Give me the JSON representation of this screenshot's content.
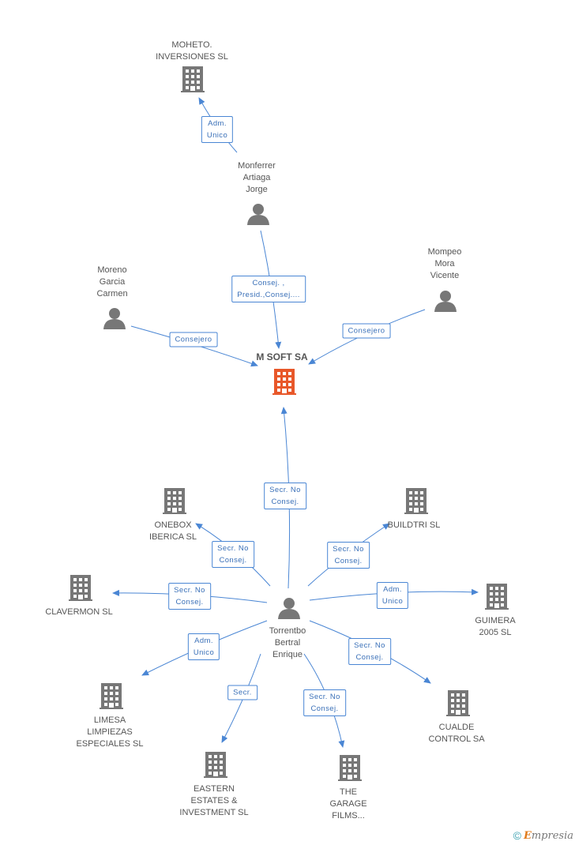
{
  "colors": {
    "line": "#4a86d4",
    "company": "#777777",
    "main_company": "#e8582a",
    "person": "#777777"
  },
  "nodes": [
    {
      "id": "msoft",
      "type": "company",
      "main": true,
      "label": "M SOFT SA"
    },
    {
      "id": "moheto",
      "type": "company",
      "label": "MOHETO.\nINVERSIONES SL"
    },
    {
      "id": "monferrer",
      "type": "person",
      "label": "Monferrer\nArtiaga\nJorge"
    },
    {
      "id": "moreno",
      "type": "person",
      "label": "Moreno\nGarcia\nCarmen"
    },
    {
      "id": "mompeo",
      "type": "person",
      "label": "Mompeo\nMora\nVicente"
    },
    {
      "id": "torrentbo",
      "type": "person",
      "label": "Torrentbo\nBertral\nEnrique"
    },
    {
      "id": "onebox",
      "type": "company",
      "label": "ONEBOX\nIBERICA SL"
    },
    {
      "id": "buildtri",
      "type": "company",
      "label": "BUILDTRI SL"
    },
    {
      "id": "clavermon",
      "type": "company",
      "label": "CLAVERMON SL"
    },
    {
      "id": "guimera",
      "type": "company",
      "label": "GUIMERA\n2005 SL"
    },
    {
      "id": "limesa",
      "type": "company",
      "label": "LIMESA\nLIMPIEZAS\nESPECIALES SL"
    },
    {
      "id": "cualde",
      "type": "company",
      "label": "CUALDE\nCONTROL SA"
    },
    {
      "id": "eastern",
      "type": "company",
      "label": "EASTERN\nESTATES &\nINVESTMENT SL"
    },
    {
      "id": "garage",
      "type": "company",
      "label": "THE\nGARAGE\nFILMS..."
    }
  ],
  "edges": [
    {
      "from": "monferrer",
      "to": "moheto",
      "label": "Adm.\nUnico"
    },
    {
      "from": "monferrer",
      "to": "msoft",
      "label": "Consej. ,\nPresid.,Consej...."
    },
    {
      "from": "moreno",
      "to": "msoft",
      "label": "Consejero"
    },
    {
      "from": "mompeo",
      "to": "msoft",
      "label": "Consejero"
    },
    {
      "from": "torrentbo",
      "to": "msoft",
      "label": "Secr. No\nConsej."
    },
    {
      "from": "torrentbo",
      "to": "onebox",
      "label": "Secr. No\nConsej."
    },
    {
      "from": "torrentbo",
      "to": "buildtri",
      "label": "Secr. No\nConsej."
    },
    {
      "from": "torrentbo",
      "to": "clavermon",
      "label": "Secr. No\nConsej."
    },
    {
      "from": "torrentbo",
      "to": "guimera",
      "label": "Adm.\nUnico"
    },
    {
      "from": "torrentbo",
      "to": "limesa",
      "label": "Adm.\nUnico"
    },
    {
      "from": "torrentbo",
      "to": "cualde",
      "label": "Secr. No\nConsej."
    },
    {
      "from": "torrentbo",
      "to": "eastern",
      "label": "Secr."
    },
    {
      "from": "torrentbo",
      "to": "garage",
      "label": "Secr. No\nConsej."
    }
  ],
  "footer": {
    "copyright": "©",
    "brand_e": "E",
    "brand_rest": "mpresia"
  }
}
